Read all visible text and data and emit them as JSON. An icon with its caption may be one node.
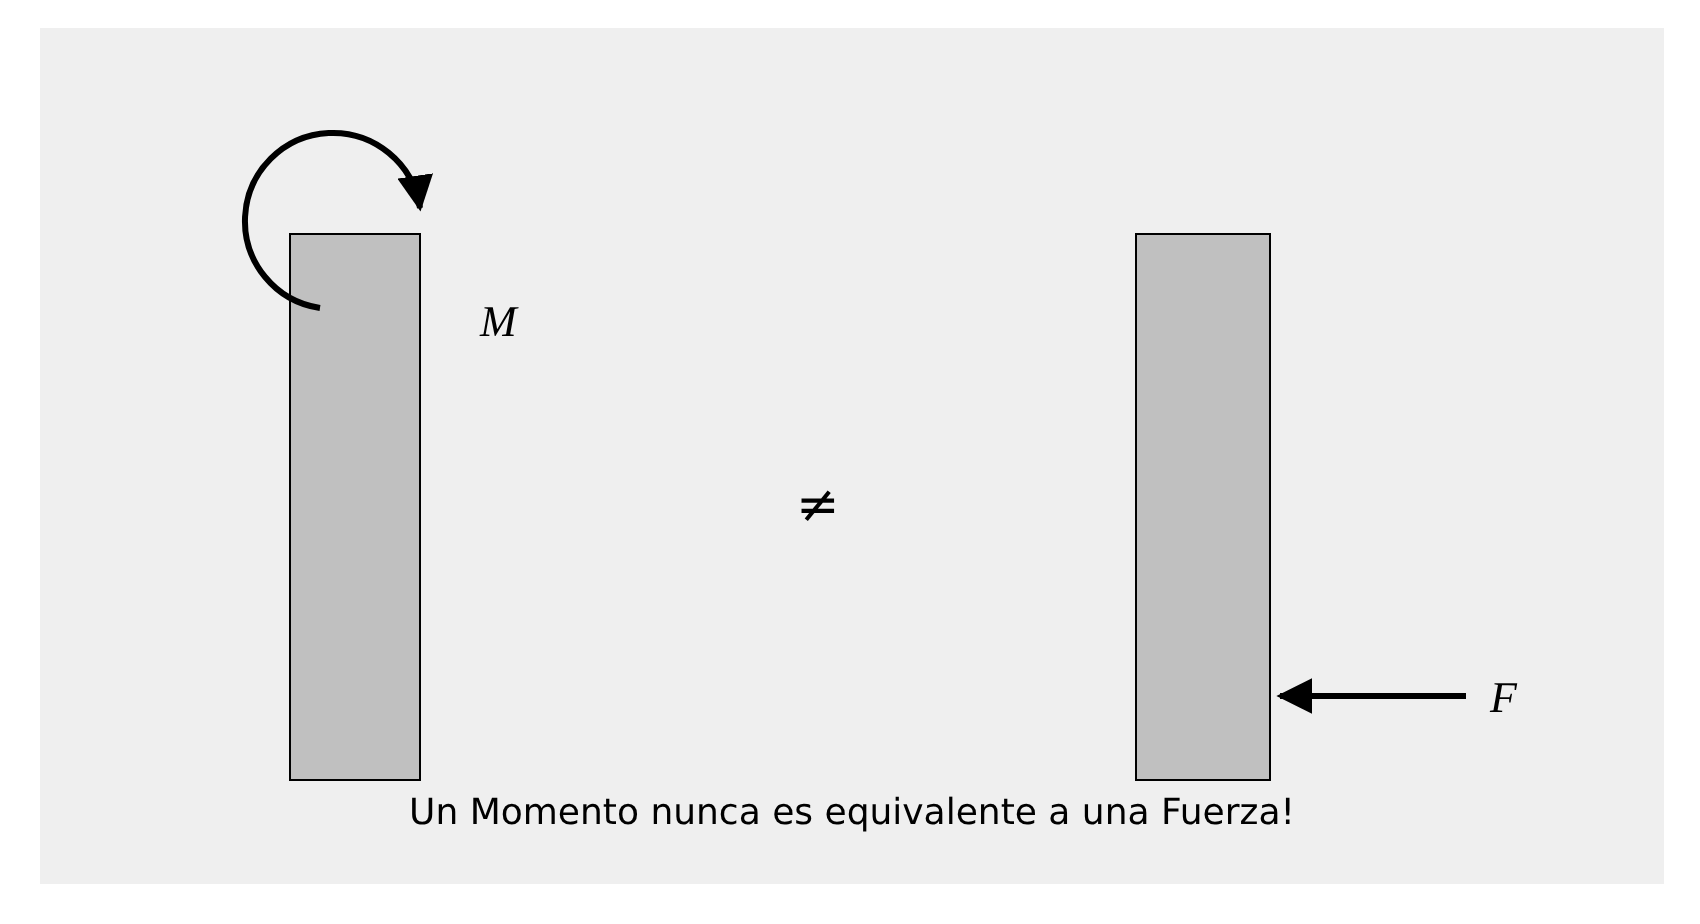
{
  "diagram": {
    "caption": "Un Momento nunca es equivalente a una Fuerza!",
    "nodes": [
      {
        "text": [],
        "shape": "bar"
      },
      {
        "text": [],
        "shape": "bar"
      }
    ],
    "labels": [
      "M",
      "≠",
      "F"
    ]
  }
}
